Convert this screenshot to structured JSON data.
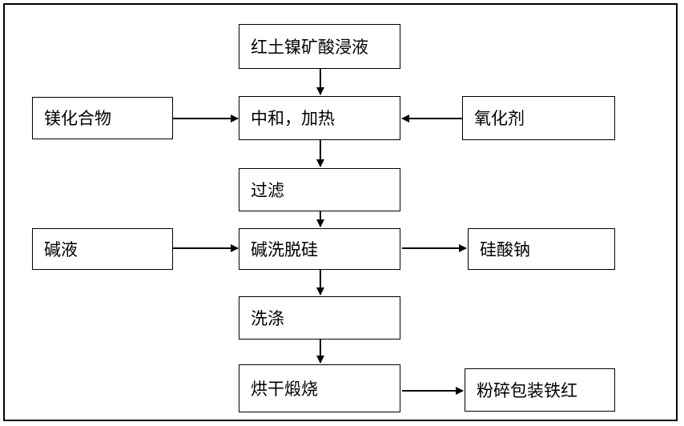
{
  "diagram": {
    "nodes": {
      "leach": "红土镍矿酸浸液",
      "neutralize": "中和，加热",
      "mg_compound": "镁化合物",
      "oxidant": "氧化剂",
      "filter": "过滤",
      "alkali": "碱液",
      "desilicate": "碱洗脱硅",
      "sodium_silicate": "硅酸钠",
      "wash": "洗涤",
      "dry_calcine": "烘干煅烧",
      "product": "粉碎包装铁红"
    }
  }
}
